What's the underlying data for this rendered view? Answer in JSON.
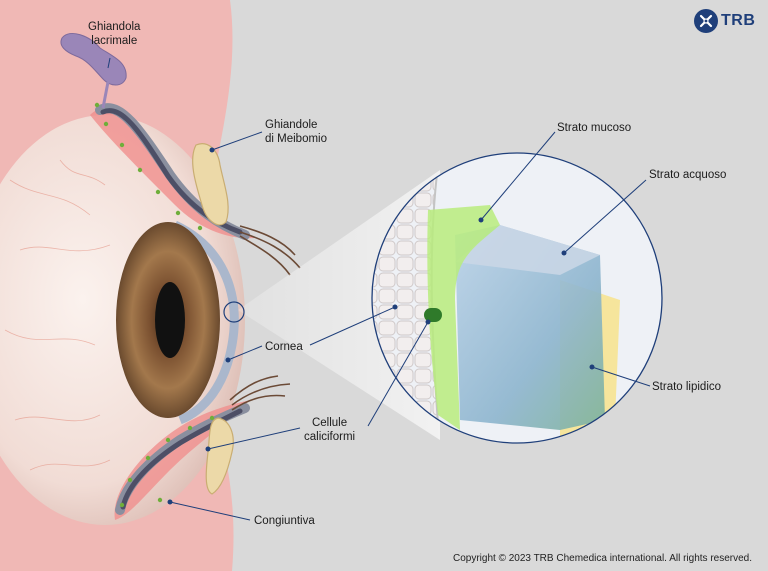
{
  "brand": {
    "logo_text": "TRB"
  },
  "labels": {
    "lacrimal_gland": [
      "Ghiandola",
      "lacrimale"
    ],
    "meibomian_glands": [
      "Ghiandole",
      "di Meibomio"
    ],
    "mucous_layer": "Strato mucoso",
    "aqueous_layer": "Strato acquoso",
    "cornea": "Cornea",
    "lipid_layer": "Strato lipidico",
    "goblet_cells": [
      "Cellule",
      "caliciformi"
    ],
    "conjunctiva": "Congiuntiva"
  },
  "footer": {
    "copyright": "Copyright © 2023 TRB Chemedica international. All rights reserved."
  },
  "colors": {
    "background": "#d9d9d9",
    "eyelid_skin": "#f0b8b5",
    "brand_blue": "#1f3f7a",
    "mucous_green": "#b9ec7c",
    "aqueous_blue": "#9fc0db",
    "lipid_yellow": "#f6e59c"
  }
}
